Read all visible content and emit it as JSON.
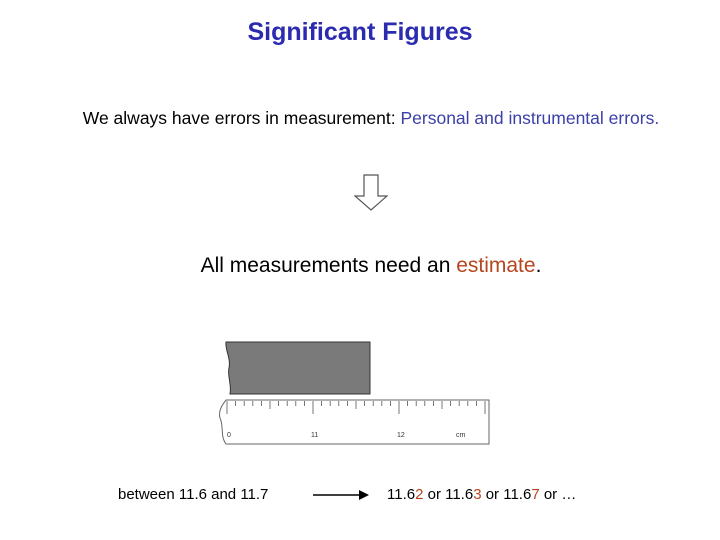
{
  "title": "Significant Figures",
  "intro": {
    "prefix": "We always have errors in measurement: ",
    "highlight": "Personal and instrumental errors."
  },
  "conclusion": {
    "prefix": "All measurements need an ",
    "highlight": "estimate",
    "suffix": "."
  },
  "ruler": {
    "labels": [
      "0",
      "11",
      "12",
      "cm"
    ]
  },
  "between_text": "between 11.6 and 11.7",
  "estimates": {
    "p1": "11.6",
    "d1": "2",
    "s1": " or 11.6",
    "d2": "3",
    "s2": " or 11.6",
    "d3": "7",
    "s3": " or …"
  },
  "colors": {
    "title": "#2b2bb0",
    "highlight_blue": "#3b3fa8",
    "highlight_orange": "#b5461e",
    "bar": "#7a7a7a"
  }
}
